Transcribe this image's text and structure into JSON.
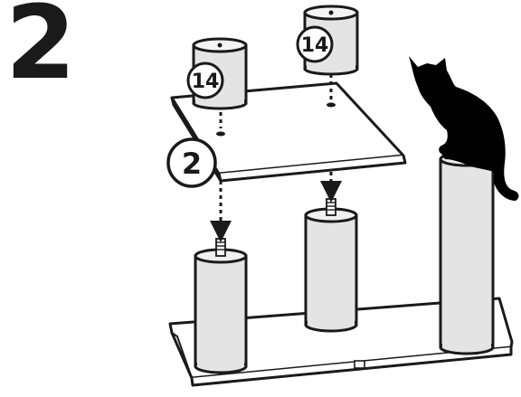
{
  "step": {
    "number": "2"
  },
  "callouts": {
    "top_post_left": "14",
    "top_post_right": "14",
    "platform": "2"
  },
  "colors": {
    "ink": "#1a1a1a",
    "post_fill": "#e4e4e4",
    "surface_fill": "#ffffff",
    "cat": "#000000"
  },
  "icons": {
    "arrow": "dotted-down-arrow-icon",
    "screw": "threaded-bolt-icon",
    "cat": "cat-silhouette-icon"
  }
}
